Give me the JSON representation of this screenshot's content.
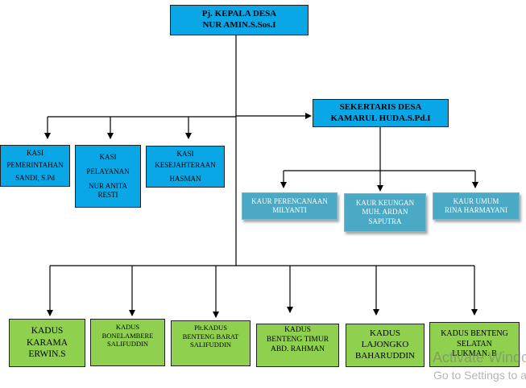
{
  "head": {
    "line1": "Pj. KEPALA DESA",
    "line2": "NUR AMIN.S.Sos.I"
  },
  "secretary": {
    "line1": "SEKERTARIS DESA",
    "line2": "KAMARUL HUDA.S.Pd.I"
  },
  "kasi": [
    {
      "line1": "KASI",
      "line2": "PEMERINTAHAN",
      "line3": "SANDI, S.Pd"
    },
    {
      "line1": "KASI",
      "line2": "PELAYANAN",
      "line3": "NUR ANITA",
      "line4": "RESTI"
    },
    {
      "line1": "KASI",
      "line2": "KESEJAHTERAAN",
      "line3": "HASMAN"
    }
  ],
  "kaur": [
    {
      "line1": "KAUR PERENCANAAN",
      "line2": "MILYANTI"
    },
    {
      "line1": "KAUR KEUNGAN",
      "line2": "MUH. ARDAN",
      "line3": "SAPUTRA"
    },
    {
      "line1": "KAUR UMUM",
      "line2": "RINA HARMAYANI"
    }
  ],
  "kadus": [
    {
      "line1": "KADUS",
      "line2": "KARAMA",
      "line3": "ERWIN.S"
    },
    {
      "line1": "KADUS",
      "line2": "BONELAMBERE",
      "line3": "SALIFUDDIN"
    },
    {
      "line1": "Plt.KADUS",
      "line2": "BENTENG BARAT",
      "line3": "SALIFUDDIN"
    },
    {
      "line1": "KADUS",
      "line2": "BENTENG TIMUR",
      "line3": "ABD. RAHMAN"
    },
    {
      "line1": "KADUS",
      "line2": "LAJONGKO",
      "line3": "BAHARUDDIN"
    },
    {
      "line1": "KADUS BENTENG",
      "line2": "SELATAN",
      "line3": "LUKMAN. B"
    }
  ],
  "watermark": {
    "line1": "Activate Windows",
    "line2": "Go to Settings to activate Windows."
  },
  "colors": {
    "primary": "#0aa7e6",
    "staff": "#4aa9c4",
    "dusun": "#8fd14f"
  }
}
